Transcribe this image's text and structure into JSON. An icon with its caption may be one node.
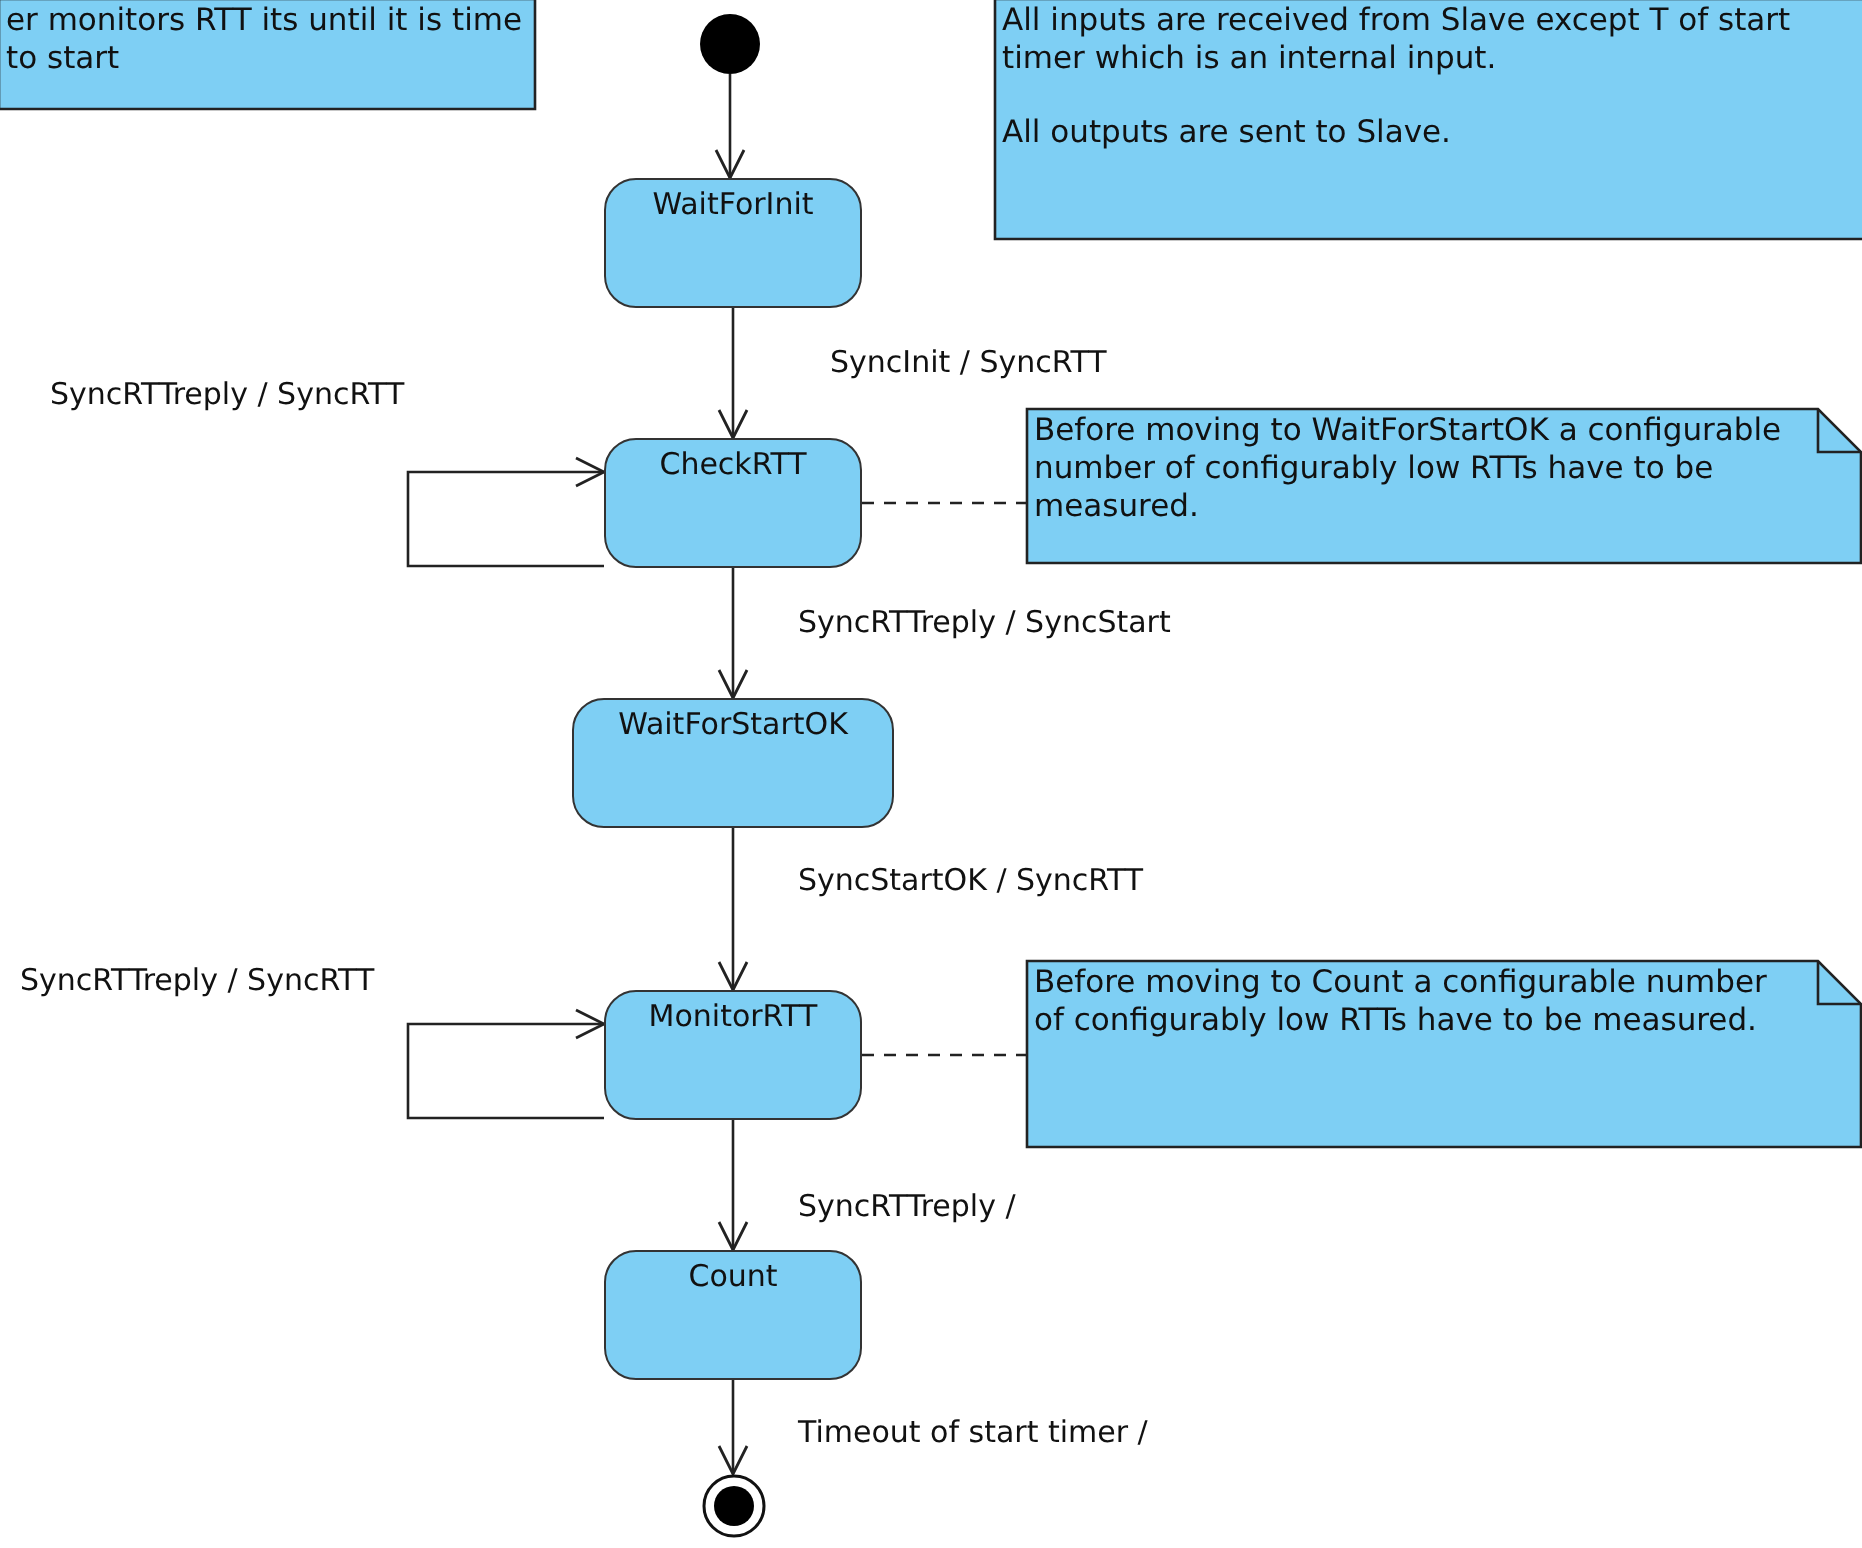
{
  "diagram": {
    "nodes": [
      {
        "text": [
          "er monitors RTT its until it is time to start"
        ]
      },
      {
        "text": [
          "All inputs are received from Slave except T of start timer which is an internal input.",
          "All outputs are sent to Slave."
        ]
      },
      {
        "text": [],
        "shape": "circle"
      },
      {
        "text": [
          "WaitForInit"
        ]
      },
      {
        "text": [
          "CheckRTT"
        ]
      },
      {
        "text": [
          "Before moving to WaitForStartOK a configurable number of configurably low RTTs have to be measured."
        ]
      },
      {
        "text": [
          "WaitForStartOK"
        ]
      },
      {
        "text": [
          "MonitorRTT"
        ]
      },
      {
        "text": [
          "Before moving to Count a configurable number of configurably low RTTs have to be measured."
        ]
      },
      {
        "text": [
          "Count"
        ]
      },
      {
        "text": [],
        "shape": "circle"
      }
    ],
    "edges": [
      {
        "from": 2,
        "to": 3,
        "arrow": "to"
      },
      {
        "from": 3,
        "to": 4,
        "arrow": "to",
        "label": "SyncInit / SyncRTT"
      },
      {
        "from": 4,
        "to": 4,
        "arrow": "to",
        "label": "SyncRTTreply / SyncRTT"
      },
      {
        "from": 4,
        "to": 5,
        "arrow": "none",
        "style": "dashed"
      },
      {
        "from": 4,
        "to": 6,
        "arrow": "to",
        "label": "SyncRTTreply / SyncStart"
      },
      {
        "from": 6,
        "to": 7,
        "arrow": "to",
        "label": "SyncStartOK / SyncRTT"
      },
      {
        "from": 7,
        "to": 7,
        "arrow": "to",
        "label": "SyncRTTreply / SyncRTT"
      },
      {
        "from": 7,
        "to": 8,
        "arrow": "none",
        "style": "dashed"
      },
      {
        "from": 7,
        "to": 9,
        "arrow": "to",
        "label": "SyncRTTreply /"
      },
      {
        "from": 9,
        "to": 10,
        "arrow": "to",
        "label": "Timeout of start timer /"
      }
    ]
  }
}
